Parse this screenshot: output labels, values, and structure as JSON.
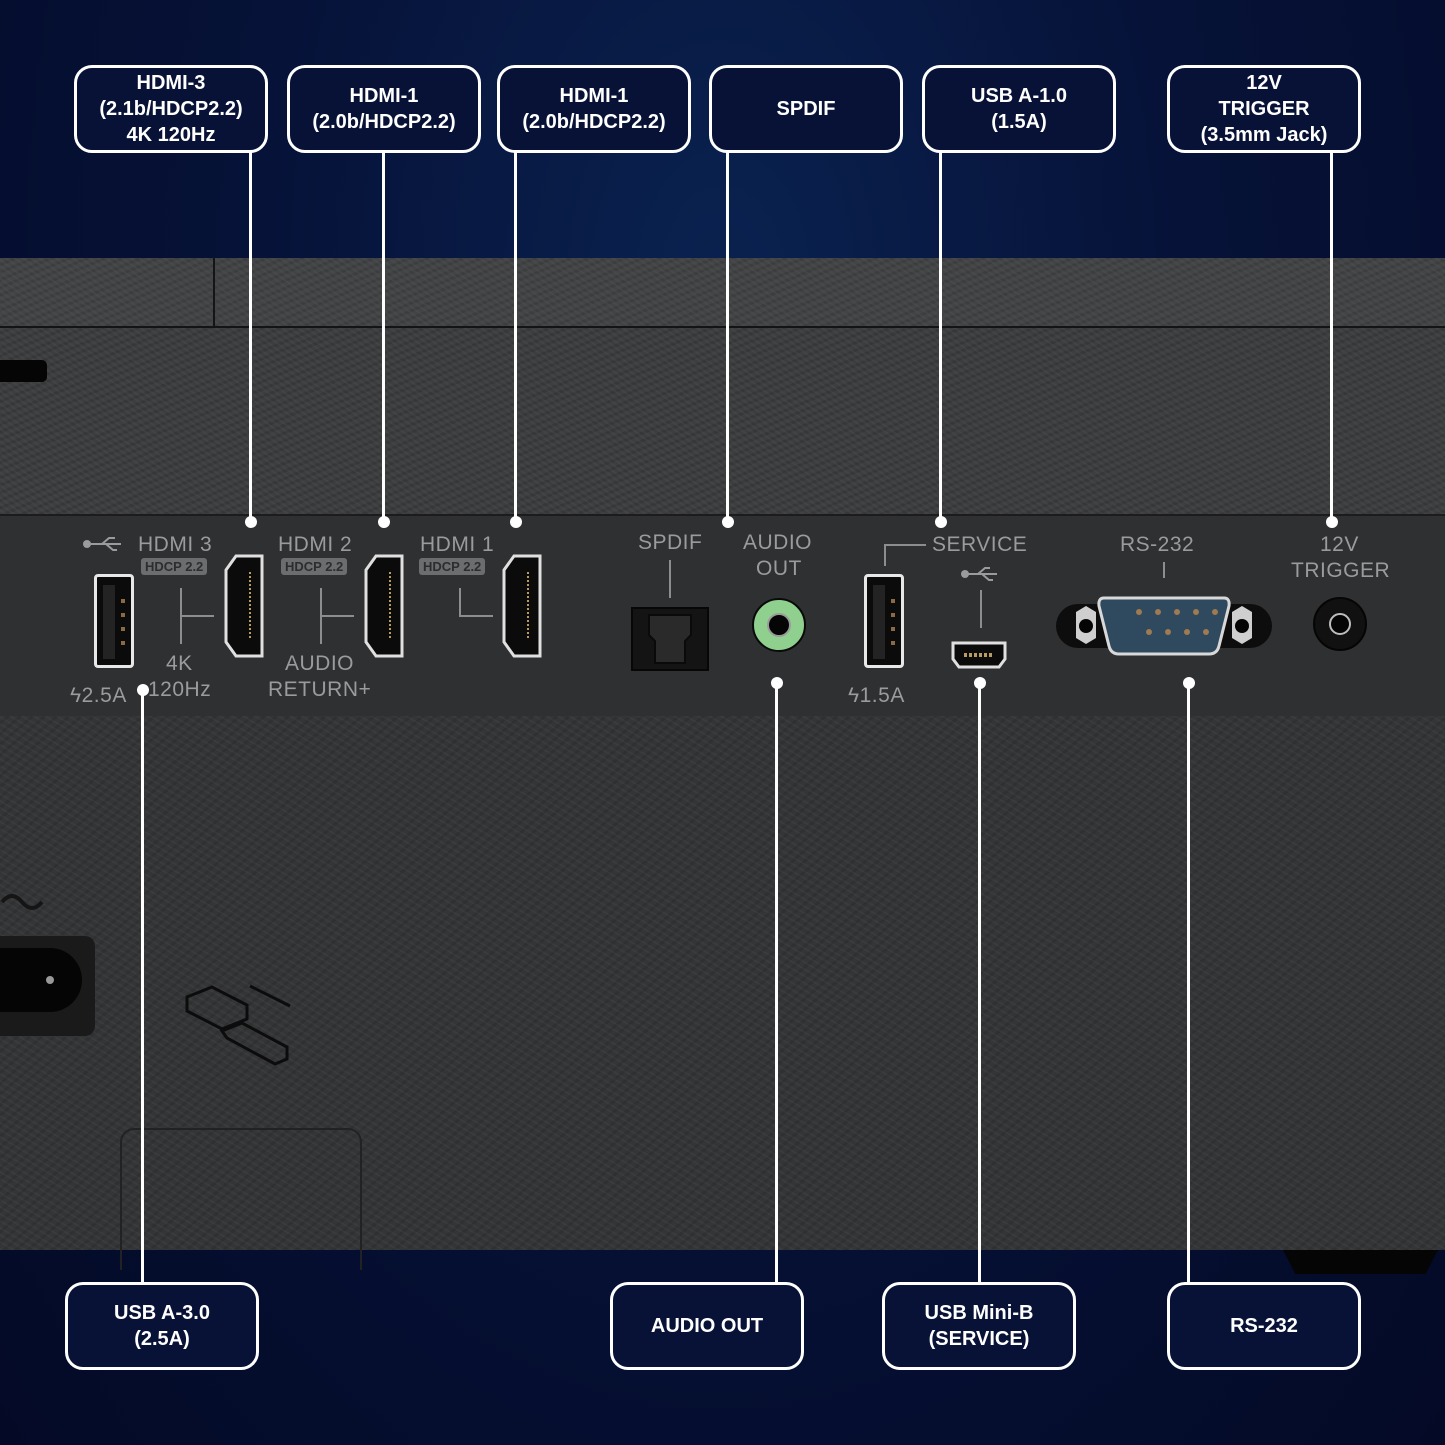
{
  "top_callouts": [
    {
      "id": "hdmi3",
      "text": "HDMI-3\n(2.1b/HDCP2.2)\n4K 120Hz"
    },
    {
      "id": "hdmi2",
      "text": "HDMI-1\n(2.0b/HDCP2.2)"
    },
    {
      "id": "hdmi1",
      "text": "HDMI-1\n(2.0b/HDCP2.2)"
    },
    {
      "id": "spdif",
      "text": "SPDIF"
    },
    {
      "id": "usb-service",
      "text": "USB A-1.0\n(1.5A)"
    },
    {
      "id": "trigger",
      "text": "12V\nTRIGGER\n(3.5mm Jack)"
    }
  ],
  "bottom_callouts": [
    {
      "id": "usb3",
      "text": "USB A-3.0\n(2.5A)"
    },
    {
      "id": "audio-out",
      "text": "AUDIO OUT"
    },
    {
      "id": "usb-mini",
      "text": "USB Mini-B\n(SERVICE)"
    },
    {
      "id": "rs232",
      "text": "RS-232"
    }
  ],
  "panel_labels": {
    "hdmi3": "HDMI 3",
    "hdmi2": "HDMI 2",
    "hdmi1": "HDMI 1",
    "hdcp": "HDCP 2.2",
    "hdmi3_note_1": "4K",
    "hdmi3_note_2": "120Hz",
    "hdmi2_note_1": "AUDIO",
    "hdmi2_note_2": "RETURN+",
    "usb3_power": "2.5A",
    "spdif": "SPDIF",
    "audio_out_1": "AUDIO",
    "audio_out_2": "OUT",
    "service": "SERVICE",
    "usb_service_power": "1.5A",
    "rs232": "RS-232",
    "trigger_1": "12V",
    "trigger_2": "TRIGGER"
  },
  "colors": {
    "background": "#061238",
    "callout_border": "#ffffff",
    "panel": "#3b3c3e",
    "audio_jack": "#8fd08f",
    "rs232_port": "#2f4a5e"
  }
}
